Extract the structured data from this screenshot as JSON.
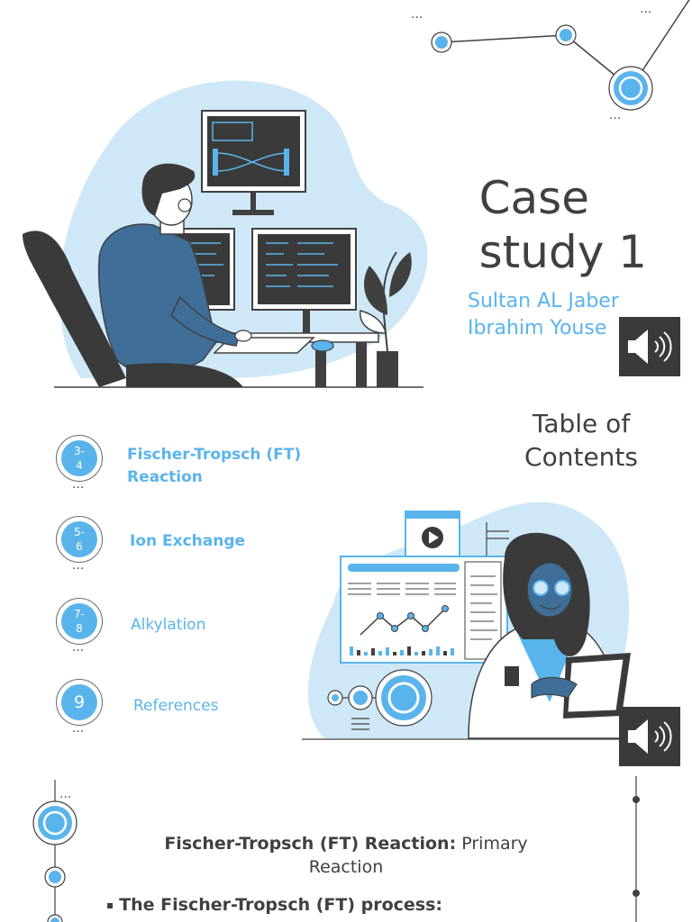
{
  "slide1": {
    "title": "Case\nstudy 1",
    "authors": [
      "Sultan AL Jaber",
      "Ibrahim Youse"
    ],
    "ellipsis": "...",
    "icons": [
      "speaker-icon",
      "developer-illustration"
    ]
  },
  "slide2": {
    "title": "Table of\nContents",
    "items": [
      {
        "pages": "3-\n4",
        "label": "Fischer-Tropsch (FT)\nReaction",
        "bold": true
      },
      {
        "pages": "5-\n6",
        "label": "Ion Exchange",
        "bold": true
      },
      {
        "pages": "7-\n8",
        "label": "Alkylation",
        "bold": false
      },
      {
        "pages": "9",
        "label": "References",
        "bold": false
      }
    ],
    "ellipsis": "...",
    "icons": [
      "speaker-icon",
      "analyst-illustration",
      "play-icon"
    ]
  },
  "slide3": {
    "heading_bold": "Fischer-Tropsch (FT) Reaction:",
    "heading_rest": " Primary\nReaction",
    "bullet_bold": "The Fischer-Tropsch (FT) process:",
    "ellipsis": "..."
  },
  "colors": {
    "accent": "#5ab4ec",
    "text": "#404040",
    "blob": "#cfe8f8",
    "dark": "#3a3a3a"
  }
}
